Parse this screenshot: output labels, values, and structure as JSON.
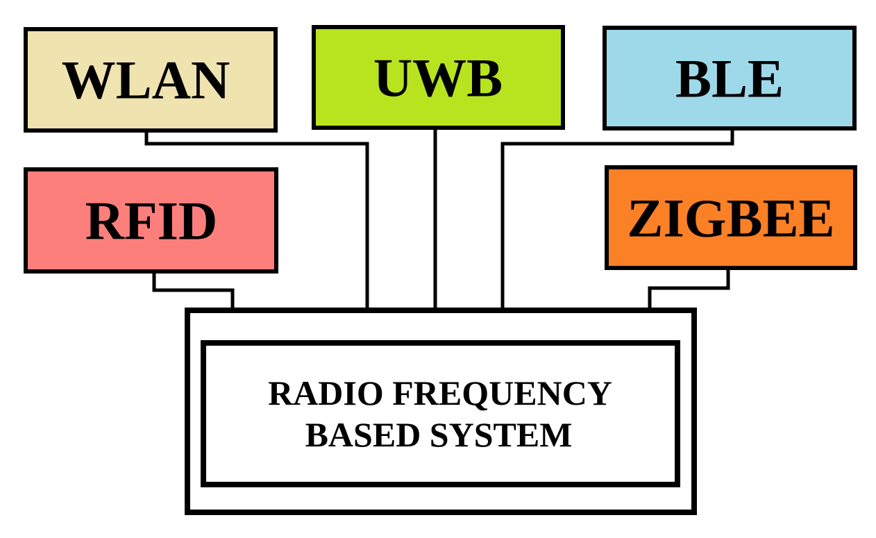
{
  "nodes": {
    "wlan": {
      "label": "WLAN",
      "color": "#efe3b0"
    },
    "uwb": {
      "label": "UWB",
      "color": "#b7e41f"
    },
    "ble": {
      "label": "BLE",
      "color": "#9ed9ea"
    },
    "rfid": {
      "label": "RFID",
      "color": "#fc7f7c"
    },
    "zigbee": {
      "label": "ZIGBEE",
      "color": "#fc8026"
    }
  },
  "core": {
    "line1": "RADIO FREQUENCY",
    "line2": "BASED SYSTEM",
    "color": "#ffffff"
  }
}
